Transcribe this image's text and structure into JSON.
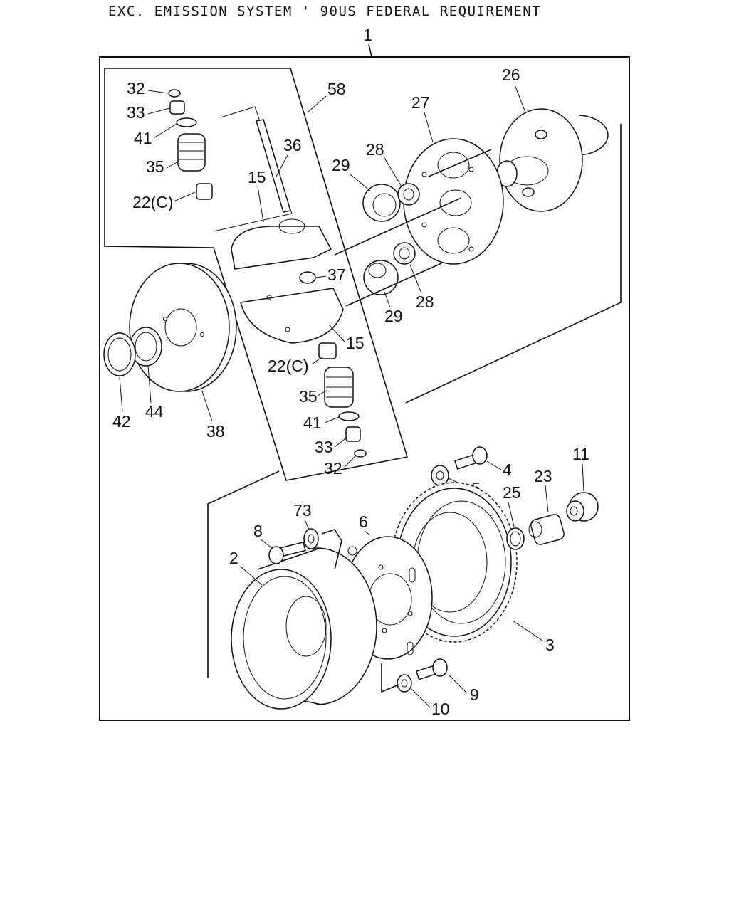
{
  "title": "EXC. EMISSION SYSTEM ' 90US FEDERAL REQUIREMENT",
  "callouts": {
    "c1": "1",
    "c58": "58",
    "c26": "26",
    "c27": "27",
    "c32a": "32",
    "c33a": "33",
    "c41a": "41",
    "c35a": "35",
    "c22a": "22(C)",
    "c36": "36",
    "c15a": "15",
    "c29a": "29",
    "c28a": "28",
    "c37": "37",
    "c29b": "29",
    "c28b": "28",
    "c15b": "15",
    "c22b": "22(C)",
    "c35b": "35",
    "c41b": "41",
    "c33b": "33",
    "c32b": "32",
    "c42": "42",
    "c44": "44",
    "c38": "38",
    "c4": "4",
    "c5": "5",
    "c11": "11",
    "c23": "23",
    "c25": "25",
    "c73": "73",
    "c6": "6",
    "c8": "8",
    "c2": "2",
    "c3": "3",
    "c9": "9",
    "c10": "10"
  }
}
